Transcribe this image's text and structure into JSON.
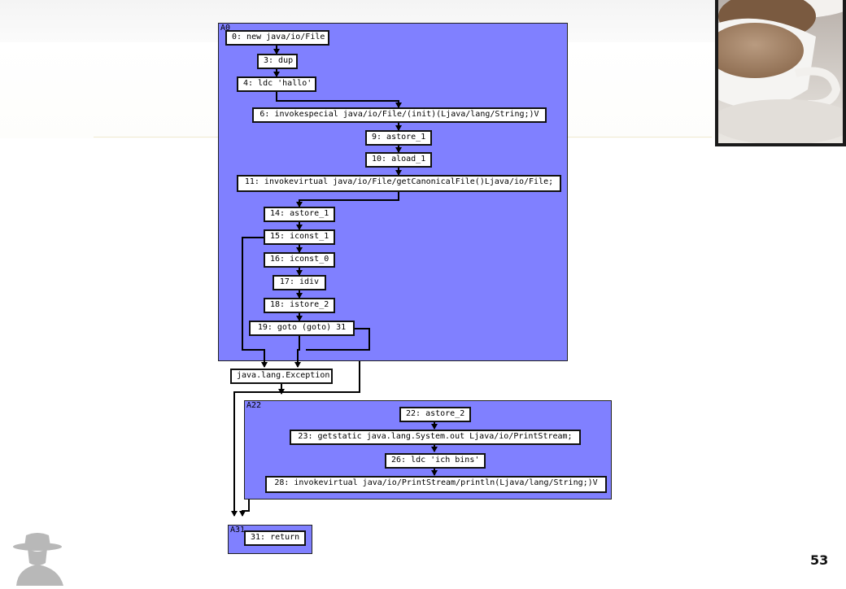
{
  "slide": {
    "page_number": "53"
  },
  "groups": {
    "a0": "A0",
    "a22": "A22",
    "a31": "A31"
  },
  "nodes": {
    "n0": "0: new java/io/File",
    "n3": "3: dup",
    "n4": "4: ldc 'hallo'",
    "n6": "6: invokespecial java/io/File/(init)(Ljava/lang/String;)V",
    "n9": "9: astore_1",
    "n10": "10: aload_1",
    "n11": "11: invokevirtual java/io/File/getCanonicalFile()Ljava/io/File;",
    "n14": "14: astore_1",
    "n15": "15: iconst_1",
    "n16": "16: iconst_0",
    "n17": "17: idiv",
    "n18": "18: istore_2",
    "n19": "19: goto (goto) 31",
    "exception": "java.lang.Exception",
    "n22": "22: astore_2",
    "n23": "23: getstatic java.lang.System.out Ljava/io/PrintStream;",
    "n26": "26: ldc 'ich bins'",
    "n28": "28: invokevirtual java/io/PrintStream/println(Ljava/lang/String;)V",
    "n31": "31: return"
  },
  "colors": {
    "group_fill": "#8080ff",
    "node_fill": "#ffffff",
    "edge": "#000000"
  },
  "images": {
    "photo": "coffee-cup-photo",
    "logo": "spy-hat-silhouette-icon"
  }
}
